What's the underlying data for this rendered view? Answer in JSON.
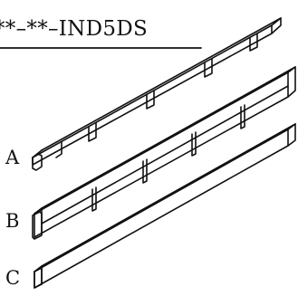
{
  "part_code": "**–**–IND5DS",
  "variants": [
    {
      "id": "a",
      "label": "A",
      "description": "notched-top strip with rebated notches"
    },
    {
      "id": "b",
      "label": "B",
      "description": "strip with groove and joint marks"
    },
    {
      "id": "c",
      "label": "C",
      "description": "plain rectangular strip"
    }
  ],
  "line_color": "#111111",
  "background": "#ffffff"
}
